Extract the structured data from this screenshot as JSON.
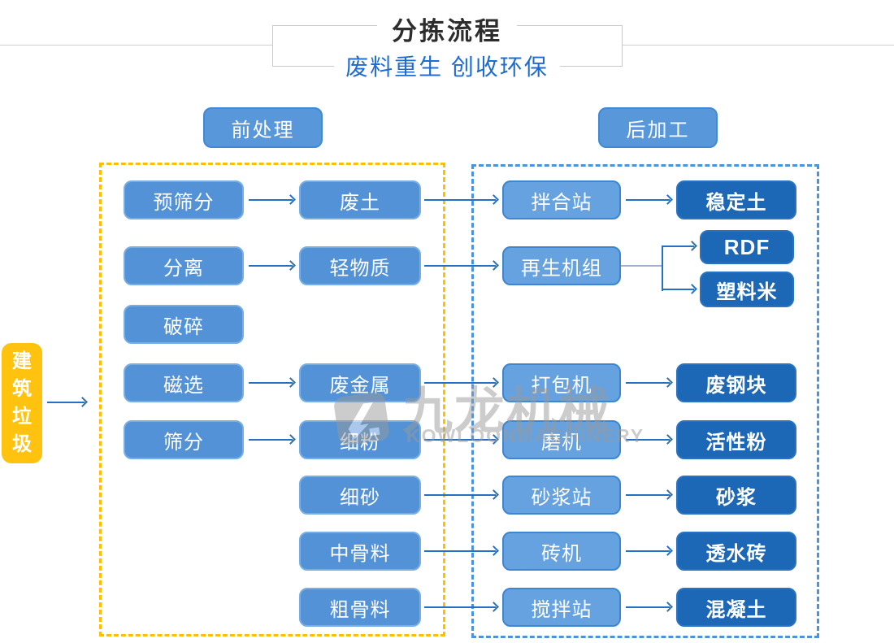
{
  "header": {
    "title": "分拣流程",
    "subtitle": "废料重生 创收环保"
  },
  "sections": {
    "pre_label": "前处理",
    "post_label": "后加工"
  },
  "flow": {
    "source": "建筑垃圾",
    "pre_col1": [
      "预筛分",
      "分离",
      "破碎",
      "磁选",
      "筛分"
    ],
    "pre_col2": [
      "废土",
      "轻物质",
      "废金属",
      "细粉",
      "细砂",
      "中骨料",
      "粗骨料"
    ],
    "post_col1": [
      "拌合站",
      "再生机组",
      "打包机",
      "磨机",
      "砂浆站",
      "砖机",
      "搅拌站"
    ],
    "post_col2": [
      "稳定土",
      "RDF",
      "塑料米",
      "废钢块",
      "活性粉",
      "砂浆",
      "透水砖",
      "混凝土"
    ],
    "edges": [
      {
        "from": "建筑垃圾",
        "to": "前处理"
      },
      {
        "from": "预筛分",
        "to": "废土"
      },
      {
        "from": "废土",
        "to": "拌合站"
      },
      {
        "from": "拌合站",
        "to": "稳定土"
      },
      {
        "from": "分离",
        "to": "轻物质"
      },
      {
        "from": "轻物质",
        "to": "再生机组"
      },
      {
        "from": "再生机组",
        "to": "RDF"
      },
      {
        "from": "再生机组",
        "to": "塑料米"
      },
      {
        "from": "磁选",
        "to": "废金属"
      },
      {
        "from": "废金属",
        "to": "打包机"
      },
      {
        "from": "打包机",
        "to": "废钢块"
      },
      {
        "from": "筛分",
        "to": "细粉"
      },
      {
        "from": "细粉",
        "to": "磨机"
      },
      {
        "from": "磨机",
        "to": "活性粉"
      },
      {
        "from": "细砂",
        "to": "砂浆站"
      },
      {
        "from": "砂浆站",
        "to": "砂浆"
      },
      {
        "from": "中骨料",
        "to": "砖机"
      },
      {
        "from": "砖机",
        "to": "透水砖"
      },
      {
        "from": "粗骨料",
        "to": "搅拌站"
      },
      {
        "from": "搅拌站",
        "to": "混凝土"
      }
    ]
  },
  "watermark": {
    "cn": "九龙机械",
    "en": "KOWLOONMACHINERY"
  },
  "colors": {
    "box_blue": "#5392d7",
    "box_blue_light": "#66a2e0",
    "box_dark_blue": "#1d68b6",
    "source_yellow": "#ffc20e",
    "frame_yellow_dash": "#ffbe00",
    "frame_blue_dash": "#4b93da",
    "arrow_blue": "#2470c3",
    "subtitle_blue": "#1c6cd4"
  }
}
